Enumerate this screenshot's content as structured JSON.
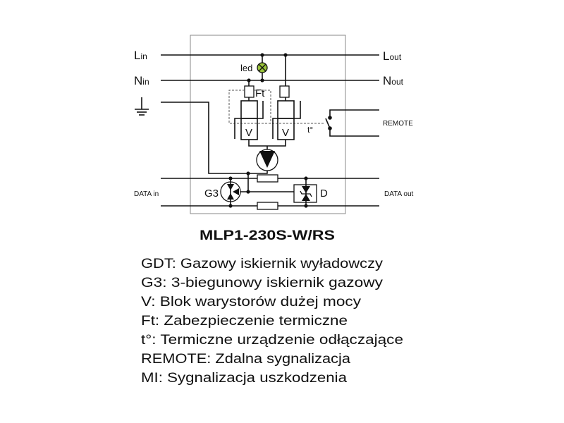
{
  "diagram": {
    "labels": {
      "l_in": "L",
      "l_in_sub": "in",
      "l_out": "L",
      "l_out_sub": "out",
      "n_in": "N",
      "n_in_sub": "in",
      "n_out": "N",
      "n_out_sub": "out",
      "led": "led",
      "ft": "Ft",
      "v1": "V",
      "v2": "V",
      "temp": "t°",
      "remote": "REMOTE",
      "data_in": "DATA in",
      "data_out": "DATA out",
      "g3": "G3",
      "d": "D"
    },
    "colors": {
      "led": "#9ac43a",
      "line": "#111111",
      "box": "#888888"
    }
  },
  "title": "MLP1-230S-W/RS",
  "legend": [
    "GDT: Gazowy iskiernik wyładowczy",
    "G3: 3-biegunowy iskiernik gazowy",
    "V: Blok warystorów dużej mocy",
    "Ft: Zabezpieczenie termiczne",
    "t°: Termiczne urządzenie odłączające",
    "REMOTE: Zdalna sygnalizacja",
    "MI: Sygnalizacja uszkodzenia"
  ]
}
